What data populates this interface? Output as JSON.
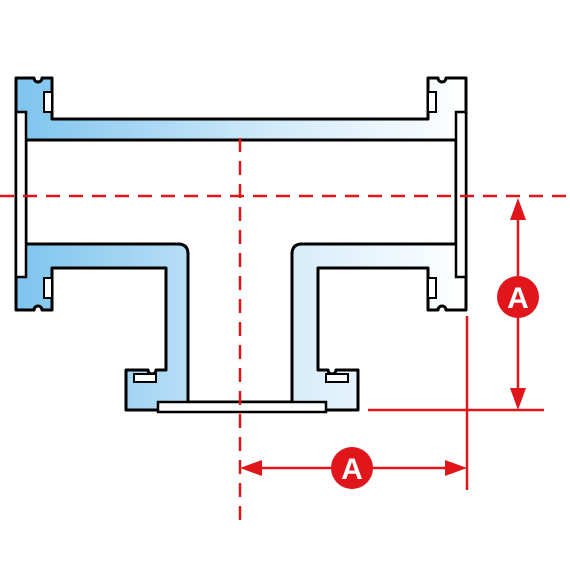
{
  "diagram": {
    "dimension_label": "A",
    "colors": {
      "body_light": "#ffffff",
      "body_dark": "#7ec4ee",
      "outline": "#000000",
      "dimension": "#e0161b"
    },
    "parts": [
      "tee-body",
      "left-flange",
      "right-flange",
      "bottom-flange",
      "centerline-horizontal",
      "centerline-vertical",
      "dimension-vertical",
      "dimension-horizontal"
    ]
  }
}
